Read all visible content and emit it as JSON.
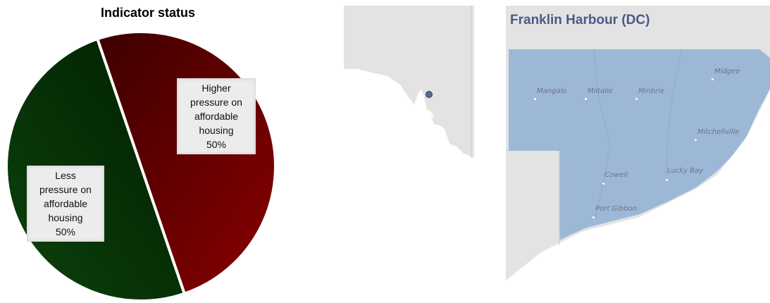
{
  "chart_data": {
    "type": "pie",
    "title": "Indicator status",
    "slices": [
      {
        "label_lines": [
          "Higher",
          "pressure on",
          "affordable",
          "housing",
          "50%"
        ],
        "value": 50,
        "color": "#7a0000"
      },
      {
        "label_lines": [
          "Less",
          "pressure on",
          "affordable",
          "housing",
          "50%"
        ],
        "value": 50,
        "color": "#063806"
      }
    ],
    "gradient_colors": {
      "higher_dark": "#3d0000",
      "higher_light": "#8a0000",
      "less_dark": "#001e00",
      "less_light": "#0d420d"
    }
  },
  "maps": {
    "region_title": "Franklin Harbour (DC)",
    "region_color": "#9db8d7",
    "land_color": "#e3e3e3",
    "marker_color": "#5b6b93",
    "towns": [
      "Mangalo",
      "Miltalie",
      "Minbrie",
      "Midgee",
      "Mitchellville",
      "Lucky Bay",
      "Cowell",
      "Port Gibbon"
    ]
  }
}
